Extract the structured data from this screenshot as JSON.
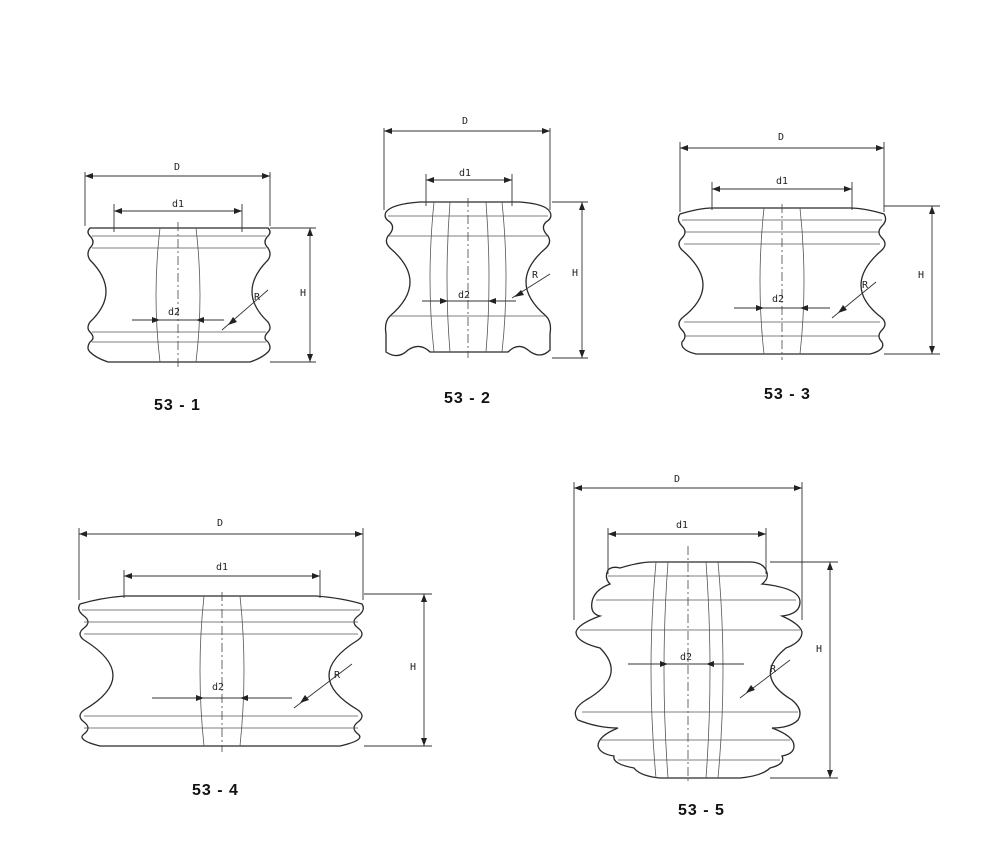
{
  "labels": {
    "D": "D",
    "d1": "d1",
    "d2": "d2",
    "H": "H",
    "R": "R"
  },
  "drawings": [
    {
      "caption": "53 - 1"
    },
    {
      "caption": "53 - 2"
    },
    {
      "caption": "53 - 3"
    },
    {
      "caption": "53 - 4"
    },
    {
      "caption": "53 - 5"
    }
  ],
  "colors": {
    "line": "#2a2a2a",
    "background": "#ffffff"
  }
}
